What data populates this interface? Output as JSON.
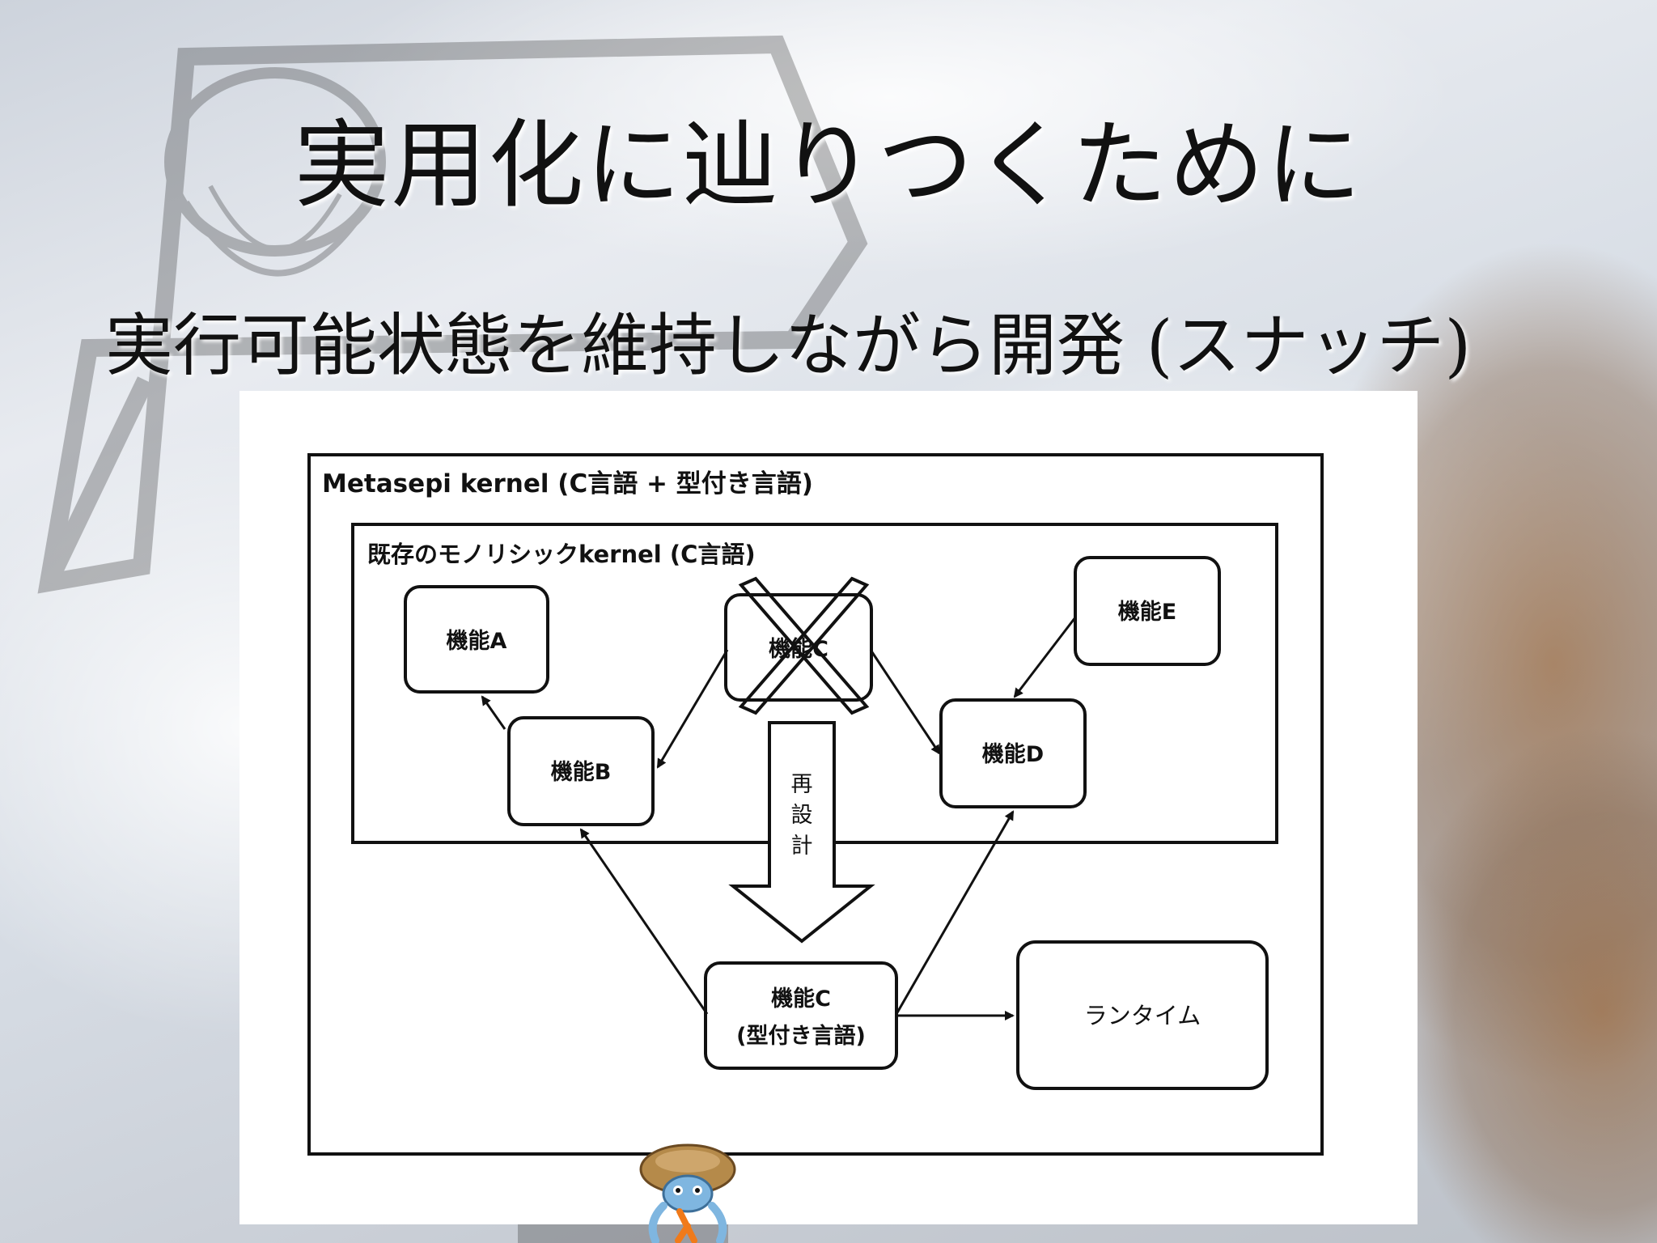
{
  "slide": {
    "title": "実用化に辿りつくために",
    "subtitle": "実行可能状態を維持しながら開発 (スナッチ)"
  },
  "diagram": {
    "outer_label": "Metasepi kernel (C言語 + 型付き言語)",
    "inner_label": "既存のモノリシックkernel (C言語)",
    "nodes": {
      "a": "機能A",
      "b": "機能B",
      "c_old": "機能C",
      "d": "機能D",
      "e": "機能E",
      "c_new_line1": "機能C",
      "c_new_line2": "(型付き言語)",
      "runtime": "ランタイム"
    },
    "redesign_chars": [
      "再",
      "設",
      "計"
    ]
  },
  "colors": {
    "ink": "#111111",
    "panel": "#ffffff",
    "mascot_shell": "#b58a4a",
    "mascot_body": "#7fb6e0",
    "mascot_lambda": "#f07a1a"
  },
  "icons": {
    "mascot": "squid-mascot-icon"
  }
}
